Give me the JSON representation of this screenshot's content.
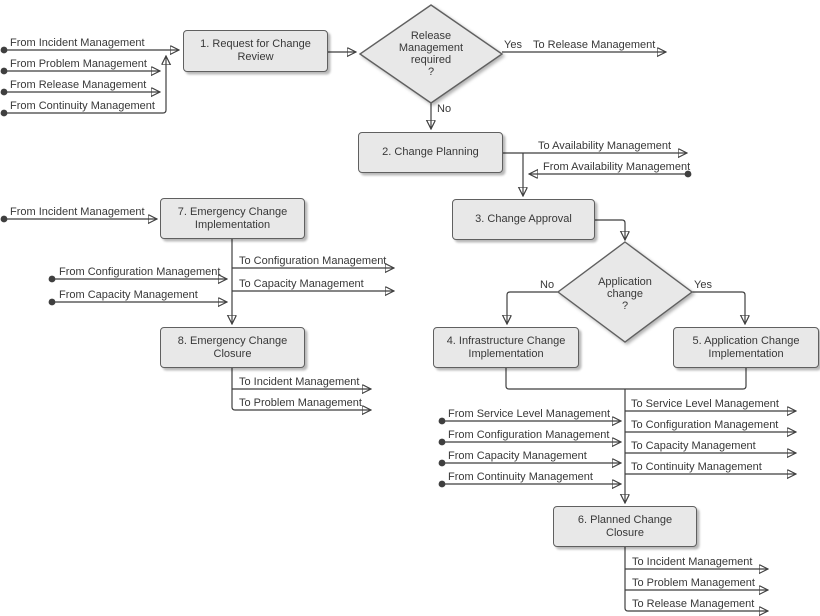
{
  "flowchart": {
    "nodes": {
      "box1": "1. Request for Change Review",
      "box2": "2. Change Planning",
      "box3": "3. Change Approval",
      "box4": "4. Infrastructure Change Implementation",
      "box5": "5. Application Change Implementation",
      "box6": "6. Planned Change Closure",
      "box7": "7. Emergency Change Implementation",
      "box8": "8. Emergency Change Closure",
      "decision1": [
        "Release",
        "Management",
        "required",
        "?"
      ],
      "decision2": [
        "Application",
        "change",
        "?"
      ]
    },
    "branch_labels": {
      "yes": "Yes",
      "no": "No"
    },
    "edges": {
      "top_inputs": [
        "From Incident Management",
        "From Problem Management",
        "From Release Management",
        "From Continuity Management"
      ],
      "release_yes_output": "To Release Management",
      "availability_output": "To Availability Management",
      "availability_input": "From Availability Management",
      "emergency_input": "From Incident Management",
      "emergency_mid_outputs": [
        "To Configuration Management",
        "To Capacity Management"
      ],
      "emergency_mid_inputs": [
        "From Configuration Management",
        "From Capacity Management"
      ],
      "emergency_closure_outputs": [
        "To Incident Management",
        "To Problem Management"
      ],
      "planned_inputs": [
        "From Service Level Management",
        "From Configuration Management",
        "From Capacity Management",
        "From Continuity Management"
      ],
      "planned_outputs": [
        "To Service Level Management",
        "To Configuration Management",
        "To Capacity Management",
        "To Continuity Management"
      ],
      "planned_closure_outputs": [
        "To Incident Management",
        "To Problem Management",
        "To Release Management"
      ]
    },
    "colors": {
      "node_fill": "#e8e8e8",
      "node_border": "#606060",
      "connector": "#3f3f3f",
      "text": "#383838",
      "background": "#ffffff"
    }
  }
}
